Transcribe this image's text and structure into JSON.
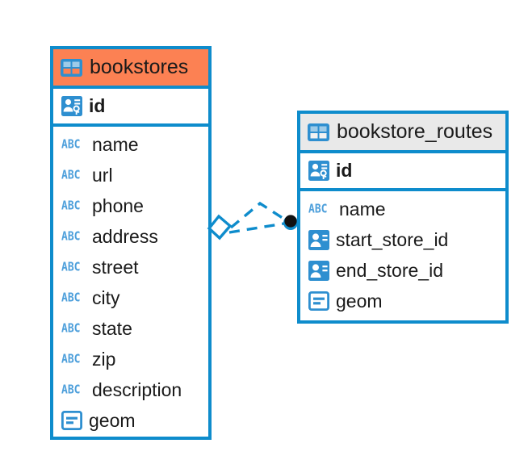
{
  "diagram": {
    "kind": "entity-relationship-diagram",
    "background": "#ffffff",
    "accent_color": "#0e8ccc",
    "highlight_color": "#fc8153",
    "neutral_header_color": "#e9e9e9"
  },
  "entities": [
    {
      "name": "bookstores",
      "header_style": "accent",
      "table_icon": "table-icon",
      "primary_key": {
        "label": "id",
        "icon": "primary-key-icon"
      },
      "fields": [
        {
          "label": "name",
          "icon": "abc-text-icon",
          "type_glyph": "ABC"
        },
        {
          "label": "url",
          "icon": "abc-text-icon",
          "type_glyph": "ABC"
        },
        {
          "label": "phone",
          "icon": "abc-text-icon",
          "type_glyph": "ABC"
        },
        {
          "label": "address",
          "icon": "abc-text-icon",
          "type_glyph": "ABC"
        },
        {
          "label": "street",
          "icon": "abc-text-icon",
          "type_glyph": "ABC"
        },
        {
          "label": "city",
          "icon": "abc-text-icon",
          "type_glyph": "ABC"
        },
        {
          "label": "state",
          "icon": "abc-text-icon",
          "type_glyph": "ABC"
        },
        {
          "label": "zip",
          "icon": "abc-text-icon",
          "type_glyph": "ABC"
        },
        {
          "label": "description",
          "icon": "abc-text-icon",
          "type_glyph": "ABC"
        },
        {
          "label": "geom",
          "icon": "geometry-icon",
          "type_glyph": ""
        }
      ]
    },
    {
      "name": "bookstore_routes",
      "header_style": "neutral",
      "table_icon": "table-icon",
      "primary_key": {
        "label": "id",
        "icon": "primary-key-icon"
      },
      "fields": [
        {
          "label": "name",
          "icon": "abc-text-icon",
          "type_glyph": "ABC"
        },
        {
          "label": "start_store_id",
          "icon": "foreign-key-icon",
          "type_glyph": ""
        },
        {
          "label": "end_store_id",
          "icon": "foreign-key-icon",
          "type_glyph": ""
        },
        {
          "label": "geom",
          "icon": "geometry-icon",
          "type_glyph": ""
        }
      ]
    }
  ],
  "relationship": {
    "style": "dashed",
    "color": "#0e8ccc",
    "source_marker": "diamond-marker",
    "target_marker": "filled-dot-marker"
  }
}
